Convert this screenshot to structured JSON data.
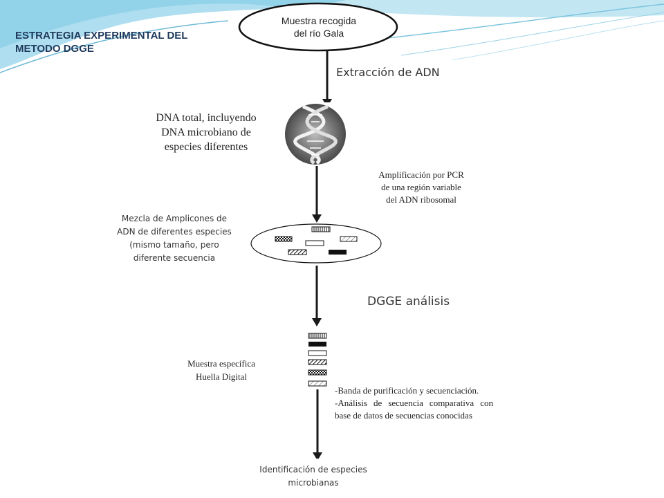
{
  "title_lines": [
    "ESTRATEGIA EXPERIMENTAL DEL",
    "METODO DGGE"
  ],
  "sample": {
    "line1": "Muestra  recogida",
    "line2": "del río Gala"
  },
  "steps": {
    "extraction": "Extracción de ADN",
    "total_dna": [
      "DNA total, incluyendo",
      "DNA microbiano de",
      "especies diferentes"
    ],
    "pcr": [
      "Amplificación por PCR",
      "de una región variable",
      "del ADN ribosomal"
    ],
    "amplicons": [
      "Mezcla de Amplicones de",
      "ADN de diferentes especies",
      "(mismo tamaño, pero",
      "diferente secuencia"
    ],
    "dgge": "DGGE análisis",
    "fingerprint": [
      "Muestra específica",
      "Huella Digital"
    ],
    "purification": [
      "-Banda de purificación y secuenciación.",
      "-Análisis de secuencia comparativa con base de datos de secuencias conocidas"
    ],
    "identification": [
      "Identificación de especies",
      "microbianas"
    ]
  },
  "colors": {
    "accent": "#5bb8d8",
    "title": "#1f3a5c",
    "arrow": "#1a1a1a"
  },
  "icons": {
    "dna": "dna-helix-icon",
    "gel": "gel-bands-icon"
  }
}
